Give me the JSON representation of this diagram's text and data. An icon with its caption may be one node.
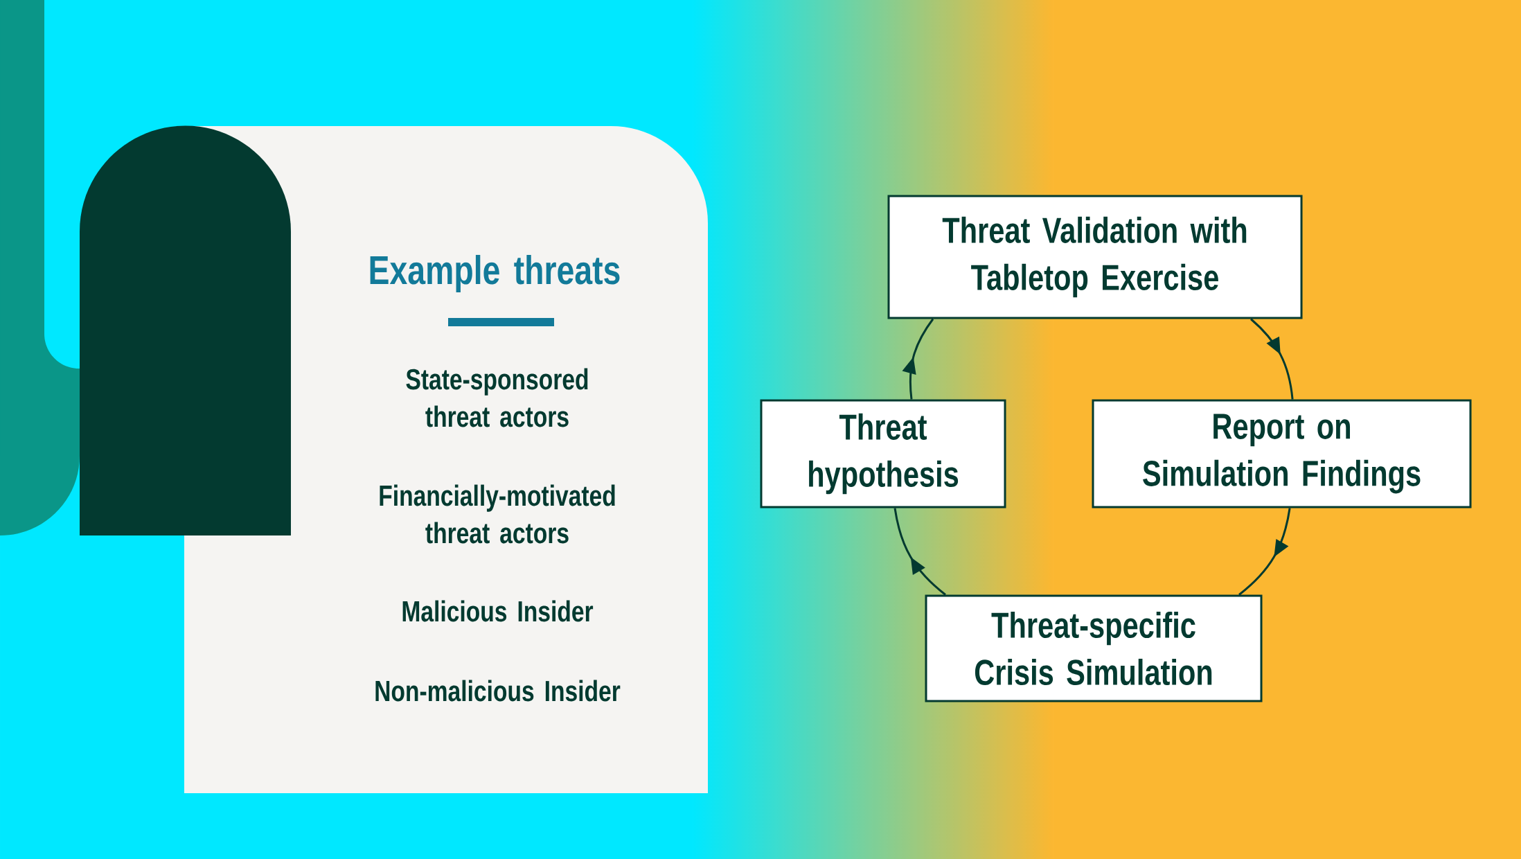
{
  "diagram": {
    "nodes": [
      {
        "text": [
          "Example threats",
          "State-sponsored threat actors",
          "Financially-motivated threat actors",
          "Malicious Insider",
          "Non-malicious Insider"
        ]
      },
      {
        "text": [
          "Threat Validation with Tabletop Exercise"
        ]
      },
      {
        "text": [
          "Report on Simulation Findings"
        ]
      },
      {
        "text": [
          "Threat-specific Crisis Simulation"
        ]
      },
      {
        "text": [
          "Threat hypothesis"
        ]
      }
    ],
    "edges": [
      {
        "from": 4,
        "to": 1,
        "arrow": "to"
      },
      {
        "from": 1,
        "to": 2,
        "arrow": "to"
      },
      {
        "from": 2,
        "to": 3,
        "arrow": "to"
      },
      {
        "from": 3,
        "to": 4,
        "arrow": "to"
      }
    ]
  }
}
